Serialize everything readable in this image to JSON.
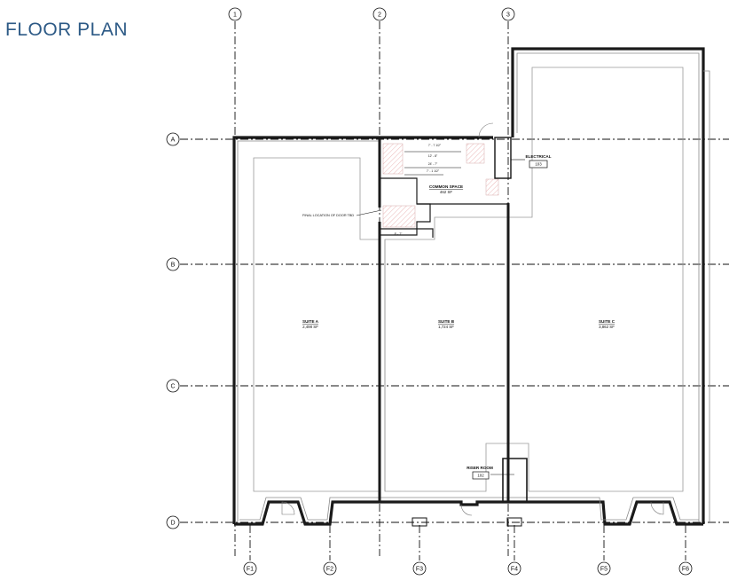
{
  "title": "FLOOR PLAN",
  "grid": {
    "columns": [
      "1",
      "2",
      "3"
    ],
    "rows": [
      "A",
      "B",
      "C",
      "D"
    ],
    "bottom": [
      "F1",
      "F2",
      "F3",
      "F4",
      "F5",
      "F6"
    ]
  },
  "rooms": {
    "suite_a": {
      "name": "SUITE A",
      "area": "2,498 SF"
    },
    "suite_b": {
      "name": "SUITE B",
      "area": "1,724 SF"
    },
    "suite_c": {
      "name": "SUITE C",
      "area": "3,862 SF"
    },
    "common": {
      "name": "COMMON SPACE",
      "area": "462 SF"
    },
    "electrical": {
      "name": "ELECTRICAL",
      "number": "103"
    },
    "riser": {
      "name": "RISER ROOM",
      "number": "102"
    }
  },
  "annotations": {
    "door_note": "FINAL LOCATION OF DOOR TBD",
    "dims": [
      "7' - 7 1/2\"",
      "12' - 8\"",
      "24' - 7\"",
      "7' - 1 1/2\"",
      "8' - 7\""
    ]
  }
}
